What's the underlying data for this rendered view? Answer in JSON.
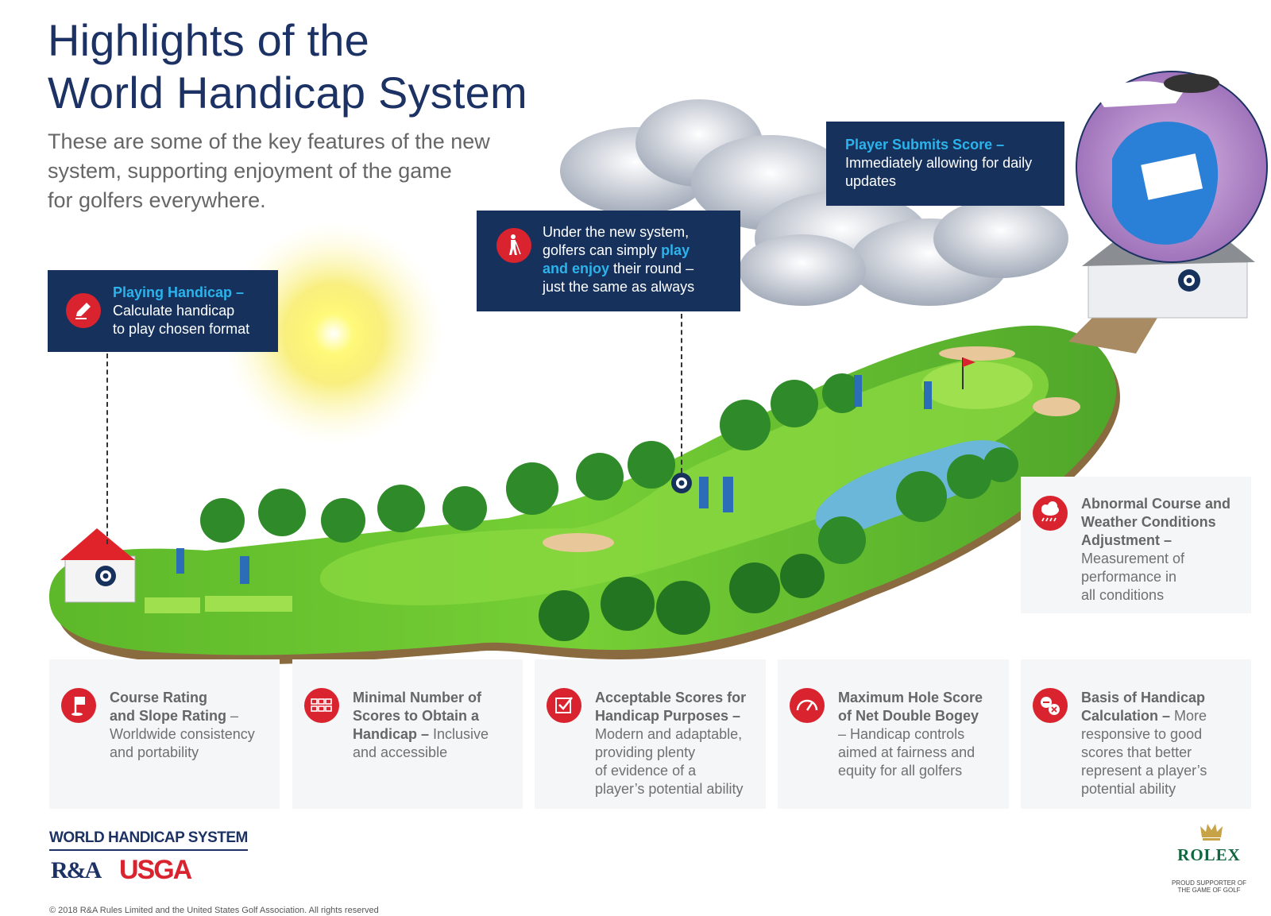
{
  "header": {
    "title_line1": "Highlights of the",
    "title_line2": "World Handicap System",
    "subtitle_line1": "These are some of the key features of the new",
    "subtitle_line2": "system, supporting enjoyment of the game",
    "subtitle_line3": "for golfers everywhere."
  },
  "callouts": {
    "playing_handicap": {
      "heading": "Playing Handicap –",
      "line1": "Calculate handicap",
      "line2": "to play chosen format",
      "icon": "pencil-icon"
    },
    "play_enjoy": {
      "line1": "Under the new system,",
      "line2a": "golfers can simply ",
      "line2b": "play",
      "line3a": "and enjoy",
      "line3b": " their round –",
      "line4": "just the same as always",
      "icon": "golfer-icon"
    },
    "submit_score": {
      "heading": "Player Submits Score –",
      "line1": "Immediately allowing for daily",
      "line2": "updates"
    }
  },
  "features": [
    {
      "bold1": "Course Rating",
      "bold2": "and Slope Rating",
      "rest2": " –",
      "line3": "Worldwide consistency",
      "line4": "and portability",
      "icon": "flag-icon"
    },
    {
      "bold1": "Minimal Number of",
      "bold2": "Scores to Obtain a",
      "bold3": "Handicap –",
      "rest3": " Inclusive",
      "line4": "and accessible",
      "icon": "scorecard-icon"
    },
    {
      "bold1": "Acceptable Scores for",
      "bold2": "Handicap Purposes –",
      "line3": "Modern and adaptable,",
      "line4": "providing plenty",
      "line5": "of evidence of a",
      "line6": "player’s potential ability",
      "icon": "checkmark-icon"
    },
    {
      "bold1": "Maximum Hole Score",
      "bold2": "of Net Double Bogey",
      "line3": "– Handicap controls",
      "line4": "aimed at fairness and",
      "line5": "equity for all golfers",
      "icon": "gauge-icon"
    },
    {
      "bold1": "Basis of Handicap",
      "bold2": "Calculation –",
      "rest2": " More",
      "line3": "responsive to good",
      "line4": "scores that better",
      "line5": "represent a player’s",
      "line6": "potential ability",
      "icon": "calculation-icon"
    },
    {
      "bold1": "Abnormal Course and",
      "bold2": "Weather Conditions",
      "bold3": "Adjustment –",
      "line4": "Measurement of",
      "line5": "performance in",
      "line6": "all conditions",
      "icon": "rain-cloud-icon"
    }
  ],
  "footer": {
    "whs_logo": "WORLD HANDICAP SYSTEM",
    "randa_logo": "R&A",
    "usga_logo": "USGA",
    "rolex_logo": "ROLEX",
    "rolex_sub1": "PROUD SUPPORTER OF",
    "rolex_sub2": "THE GAME OF GOLF",
    "copyright": "© 2018 R&A Rules Limited and the United States Golf Association. All rights reserved"
  },
  "colors": {
    "navy": "#16325c",
    "title": "#1d3264",
    "accent_blue": "#2cb3ec",
    "red": "#d9232e",
    "grass": "#6cc62f",
    "rolex_green": "#10663f"
  }
}
